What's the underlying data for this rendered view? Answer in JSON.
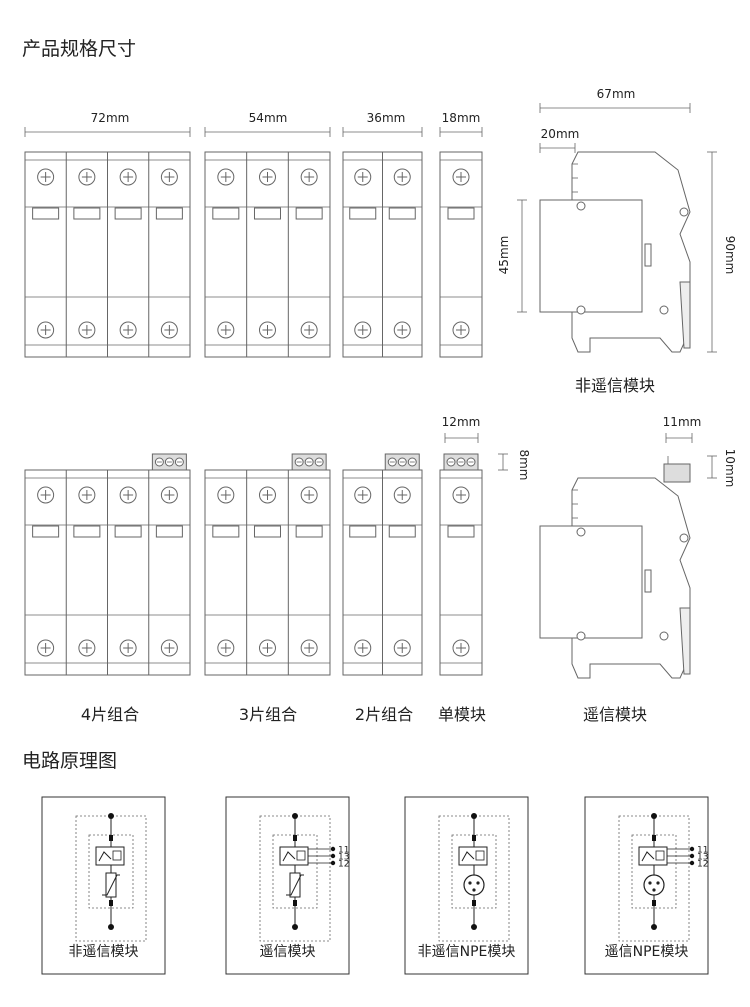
{
  "section_titles": {
    "dimensions": "产品规格尺寸",
    "schematic": "电路原理图"
  },
  "dimensions": {
    "w_4p": "72mm",
    "w_3p": "54mm",
    "w_2p": "36mm",
    "w_1p": "18mm",
    "side_depth": "67mm",
    "side_front": "20mm",
    "side_mid_height": "45mm",
    "side_height": "90mm",
    "remote_connector_w": "12mm",
    "remote_connector_h": "8mm",
    "remote_side_w": "11mm",
    "remote_side_h": "10mm"
  },
  "captions": {
    "side_non_remote": "非遥信模块",
    "combo_4": "4片组合",
    "combo_3": "3片组合",
    "combo_2": "2片组合",
    "single": "单模块",
    "side_remote": "遥信模块"
  },
  "schematics": [
    {
      "label": "非遥信模块",
      "remote": false,
      "npe": false
    },
    {
      "label": "遥信模块",
      "remote": true,
      "npe": false
    },
    {
      "label": "非遥信NPE模块",
      "remote": false,
      "npe": true
    },
    {
      "label": "遥信NPE模块",
      "remote": true,
      "npe": true
    }
  ],
  "terminals": [
    "11",
    "13",
    "12"
  ]
}
